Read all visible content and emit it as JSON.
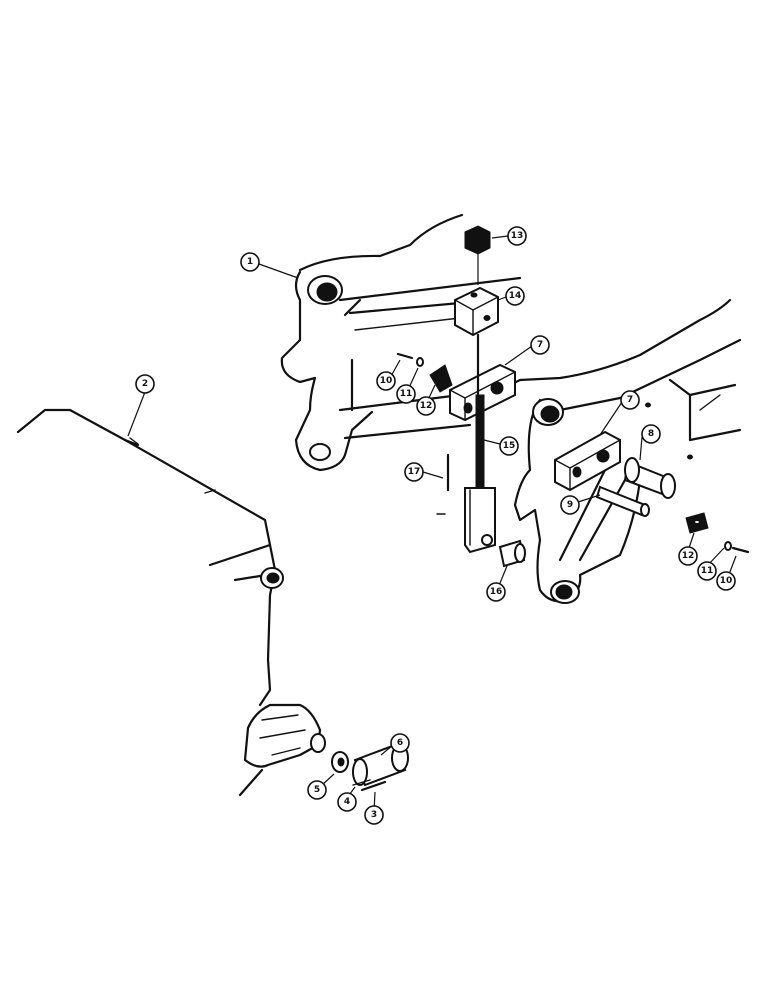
{
  "callouts": [
    {
      "label": "1"
    },
    {
      "label": "2"
    },
    {
      "label": "3"
    },
    {
      "label": "4"
    },
    {
      "label": "5"
    },
    {
      "label": "6"
    },
    {
      "label": "7"
    },
    {
      "label": "7"
    },
    {
      "label": "8"
    },
    {
      "label": "9"
    },
    {
      "label": "10"
    },
    {
      "label": "10"
    },
    {
      "label": "11"
    },
    {
      "label": "11"
    },
    {
      "label": "12"
    },
    {
      "label": "12"
    },
    {
      "label": "13"
    },
    {
      "label": "14"
    },
    {
      "label": "15"
    },
    {
      "label": "16"
    },
    {
      "label": "17"
    }
  ]
}
